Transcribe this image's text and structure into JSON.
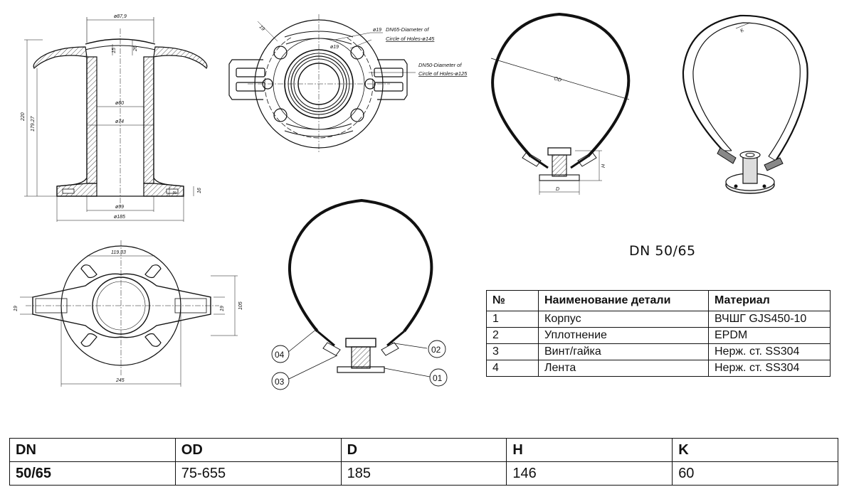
{
  "drawing": {
    "dims_section": {
      "top_diameter": "ø87,9",
      "inner_diameter": "ø60",
      "outer_diameter": "ø74",
      "bottom_inner": "ø99",
      "bottom_outer": "ø185",
      "height_total": "220",
      "height_inner": "179.27",
      "dim_15": "15",
      "dim_26": "26",
      "dim_16": "16",
      "dim_8": "8"
    },
    "dims_top": {
      "hole_dim_a": "19",
      "hole_dim_b": "ø19",
      "hole_dim_c": "ø19",
      "note_dn65_line1": "DN65-Diameter of",
      "note_dn65_line2": "Circle of Holes-ø145",
      "note_dn50_line1": "DN50-Diameter of",
      "note_dn50_line2": "Circle of Holes-ø125"
    },
    "dims_plan": {
      "top_width": "119.33",
      "left_dim": "19",
      "right_dim": "19",
      "height_dim": "105",
      "bottom_width": "245"
    },
    "clamp_labels": {
      "od": "OD",
      "h": "H",
      "d": "D",
      "k": "K"
    },
    "callouts": [
      "04",
      "03",
      "02",
      "01"
    ]
  },
  "title": "DN 50/65",
  "parts_table": {
    "headers": [
      "№",
      "Наименование детали",
      "Материал"
    ],
    "rows": [
      [
        "1",
        "Корпус",
        "ВЧШГ GJS450-10"
      ],
      [
        "2",
        "Уплотнение",
        "EPDM"
      ],
      [
        "3",
        "Винт/гайка",
        "Нерж. ст. SS304"
      ],
      [
        "4",
        "Лента",
        "Нерж. ст. SS304"
      ]
    ]
  },
  "dims_table": {
    "headers": [
      "DN",
      "OD",
      "D",
      "H",
      "K"
    ],
    "rows": [
      [
        "50/65",
        "75-655",
        "185",
        "146",
        "60"
      ]
    ]
  }
}
